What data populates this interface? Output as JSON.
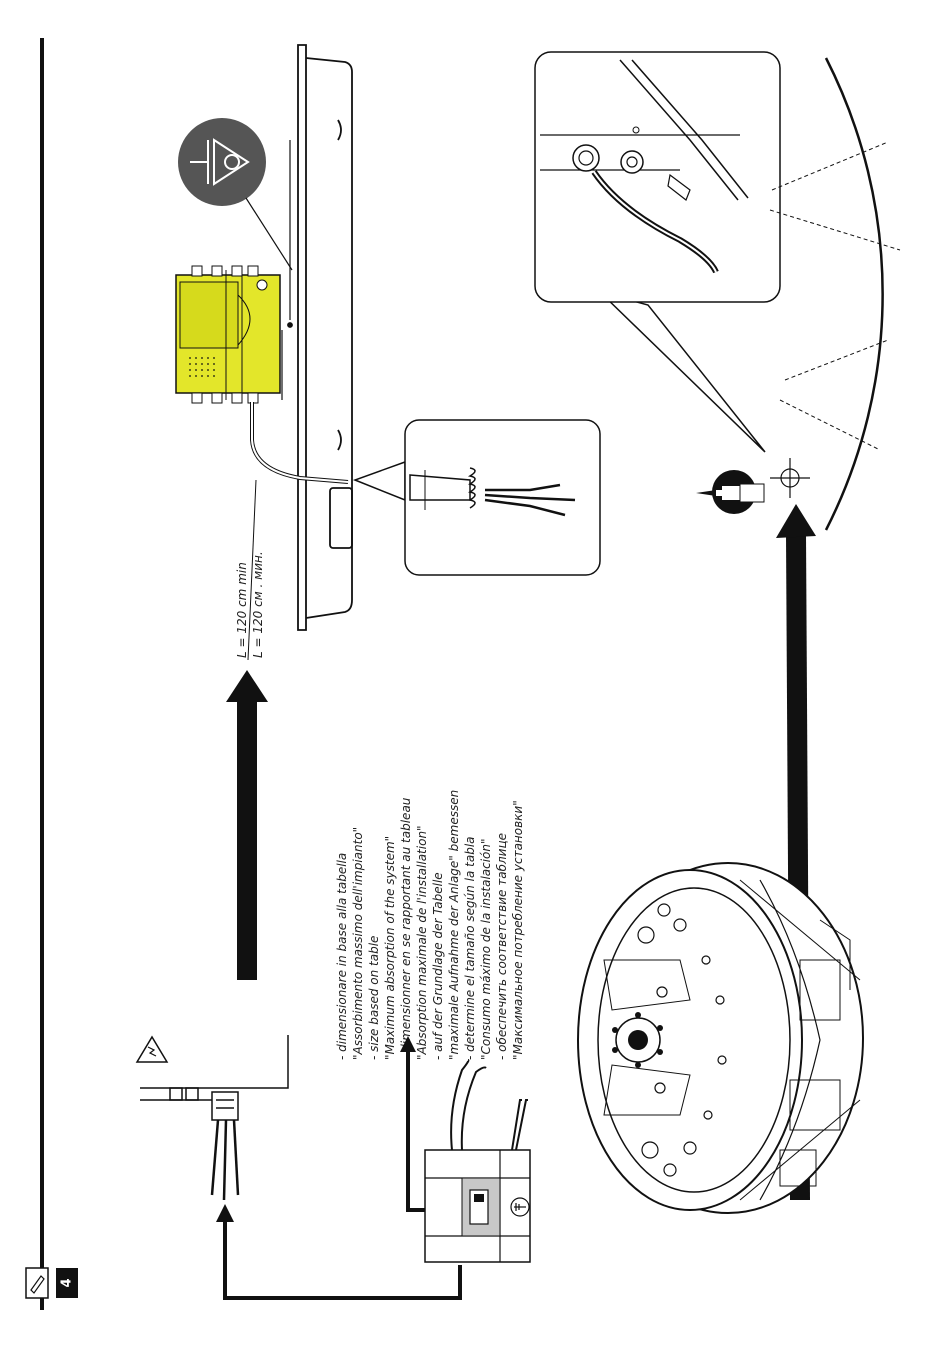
{
  "page": {
    "number": "4"
  },
  "cable_length": {
    "line1": "L = 120 cm min",
    "line2": "L = 120 см . мин."
  },
  "sizing_notes": [
    "- dimensionare in base alla tabella",
    "\"Assorbimento massimo dell'impianto\"",
    "- size based on table",
    "\"Maximum absorption of the system\"",
    "- dimensionner en se rapportant au tableau",
    "\"Absorption maximale de l'installation\"",
    "- auf der Grundlage der Tabelle",
    "\"maximale Aufnahme der Anlage\" bemessen",
    "- determine el tamaño según la tabla",
    "\"Consumo máximo de la instalación\"",
    "- обеспечить соответствие таблице",
    "\"Максимальное потребление установки\""
  ],
  "colors": {
    "control_box": "#e3e62a",
    "control_box_inner": "#d6da1c",
    "ink": "#1a1a1a",
    "badge": "#555555",
    "grey_part": "#c8c8c8"
  },
  "icons": {
    "manual": "manual-icon",
    "warning": "electric-warning-icon",
    "ground": "ground-symbol-icon",
    "drill": "drill-icon",
    "crosshair": "crosshair-target-icon",
    "equipotential": "equipotential-icon"
  }
}
